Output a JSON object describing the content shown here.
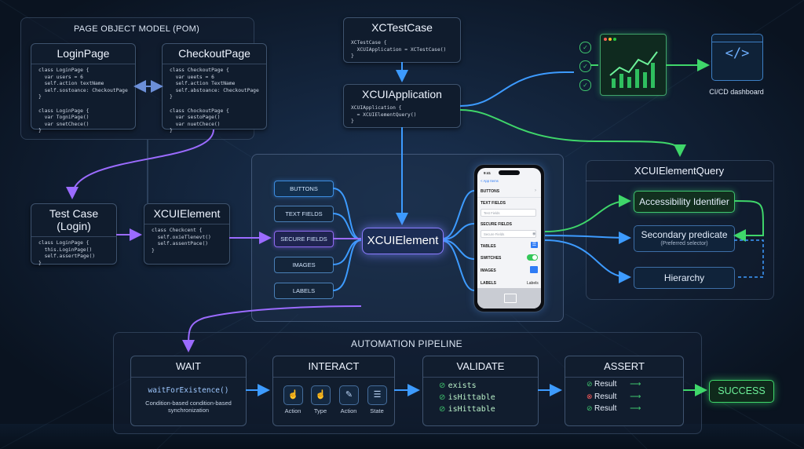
{
  "pom": {
    "title": "PAGE OBJECT MODEL (POM)",
    "login_page": {
      "title": "LoginPage",
      "code": "class LoginPage {\n  var users = 6\n  self.action textName\n  self.sostoance: CheckoutPage\n}\n\nclass LoginPage {\n  var TogniPage()\n  var snetChece()\n}"
    },
    "checkout_page": {
      "title": "CheckoutPage",
      "code": "class CheckoutPage {\n  var ueets = 6\n  self.action TextName\n  self.abstoance: CheckoutPage\n}\n\nclass ChockoutPage {\n  var sestoPage()\n  var nuetChece()\n}"
    }
  },
  "xctestcase": {
    "title": "XCTestCase",
    "code": "XCTestCase {\n  XCUIApplication = XCTestCase()\n}"
  },
  "xcuiapplication": {
    "title": "XCUIApplication",
    "code": "XCUIApplication {\n  = XCUIElementQuery()\n}"
  },
  "test_case": {
    "title": "Test Case (Login)",
    "code": "class LoginPage {\n  this.LoginPage()\n  self.assertPage()\n}"
  },
  "xcuielement_card": {
    "title": "XCUIElement",
    "code": "class Checkcent {\n  self.oxieTlenevt()\n  self.assentPace()\n}"
  },
  "center": {
    "node_label": "XCUIElement",
    "pills": [
      "BUTTONS",
      "TEXT FIELDS",
      "SECURE FIELDS",
      "IMAGES",
      "LABELS"
    ]
  },
  "phone": {
    "time": "9:41",
    "back": "< App Items",
    "buttons": "BUTTONS",
    "text_fields": "TEXT FIELDS",
    "text_field_placeholder": "Test Fields",
    "secure_fields": "SECURE FIELDS",
    "secure_placeholder": "Secure Fields",
    "tables": "TABLES",
    "switches": "SWITCHES",
    "images": "IMAGES",
    "labels": "LABELS",
    "labels_value": "Labels"
  },
  "cicd": {
    "label": "CI/CD dashboard"
  },
  "query": {
    "title": "XCUIElementQuery",
    "accessibility": "Accessibility Identifier",
    "secondary": "Secondary predicate",
    "secondary_sub": "(Preferred selector)",
    "hierarchy": "Hierarchy"
  },
  "pipeline": {
    "title": "AUTOMATION PIPELINE",
    "wait": {
      "title": "WAIT",
      "code": "waitForExistence()",
      "desc1": "Condition-based condition-based",
      "desc2": "synchronization"
    },
    "interact": {
      "title": "INTERACT",
      "icons": [
        {
          "icon": "tap-icon",
          "glyph": "☝",
          "label": "Action"
        },
        {
          "icon": "type-icon",
          "glyph": "☝",
          "label": "Type"
        },
        {
          "icon": "edit-icon",
          "glyph": "✎",
          "label": "Action"
        },
        {
          "icon": "state-icon",
          "glyph": "☰",
          "label": "State"
        }
      ]
    },
    "validate": {
      "title": "VALIDATE",
      "checks": [
        "exists",
        "isHittable",
        "isHittable"
      ]
    },
    "assert": {
      "title": "ASSERT",
      "results": [
        {
          "label": "Result",
          "status": "pass"
        },
        {
          "label": "Result",
          "status": "fail"
        },
        {
          "label": "Result",
          "status": "pass"
        }
      ]
    },
    "success": "SUCCESS"
  },
  "colors": {
    "blue_wire": "#3d9bff",
    "purple_wire": "#9b6bff",
    "green_wire": "#3fd66a",
    "background": "#0b1524"
  }
}
